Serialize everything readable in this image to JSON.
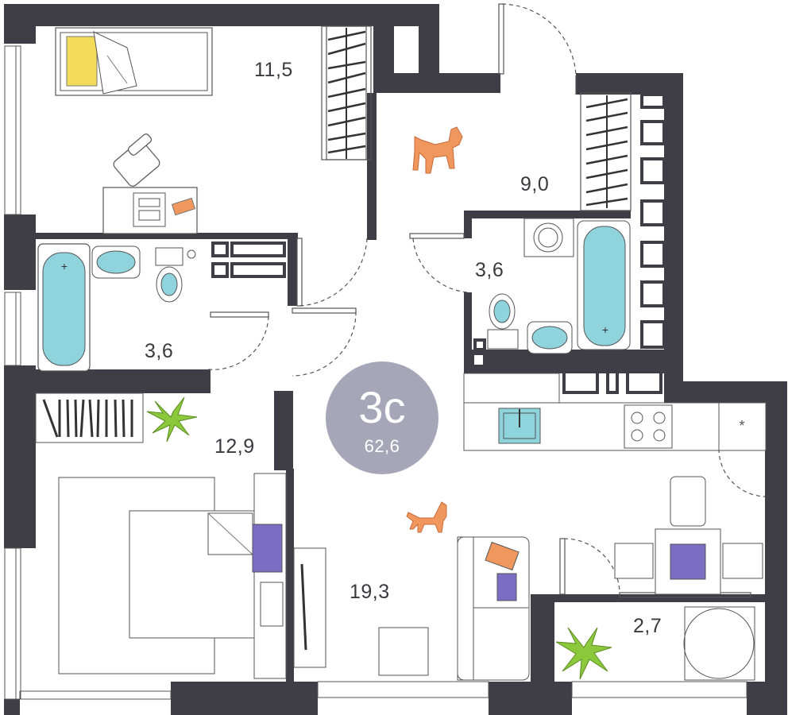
{
  "plan": {
    "apartment_type": "3с",
    "total_area": "62,6",
    "rooms": [
      {
        "id": "bedroom-top",
        "area": "11,5"
      },
      {
        "id": "hall",
        "area": "9,0"
      },
      {
        "id": "bathroom-left",
        "area": "3,6"
      },
      {
        "id": "bathroom-right",
        "area": "3,6"
      },
      {
        "id": "bedroom-bottom",
        "area": "12,9"
      },
      {
        "id": "living-kitchen",
        "area": "19,3"
      },
      {
        "id": "balcony",
        "area": "2,7"
      }
    ]
  },
  "colors": {
    "wall": "#3f3d45",
    "badge": "#a6a6b8",
    "line": "#555555",
    "water": "#8fd3dc",
    "pillow": "#f2dc58",
    "book": "#7b6cc4",
    "cat": "#f0975e",
    "plant": "#8cc83c",
    "board_tan": "#f2c38c"
  }
}
